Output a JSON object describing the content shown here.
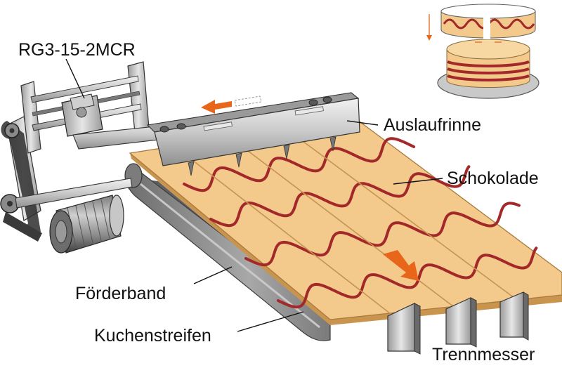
{
  "labels": {
    "rg3": "RG3-15-2MCR",
    "auslaufrinne": "Auslaufrinne",
    "schokolade": "Schokolade",
    "foerderband": "Förderband",
    "kuchenstreifen": "Kuchenstreifen",
    "trennmesser": "Trennmesser"
  },
  "colors": {
    "cake": "#f3c98c",
    "chocolate": "#a3282a",
    "metal_light": "#d8d8d8",
    "metal_mid": "#a9a9a9",
    "metal_dark": "#555555",
    "belt": "#8c8c8c",
    "arrow": "#e8661a"
  },
  "icons": {
    "motor": "motor-icon",
    "arrow_left": "arrow-left-icon",
    "arrow_down": "arrow-down-right-icon",
    "cake_inset": "cake-ring-inset"
  }
}
